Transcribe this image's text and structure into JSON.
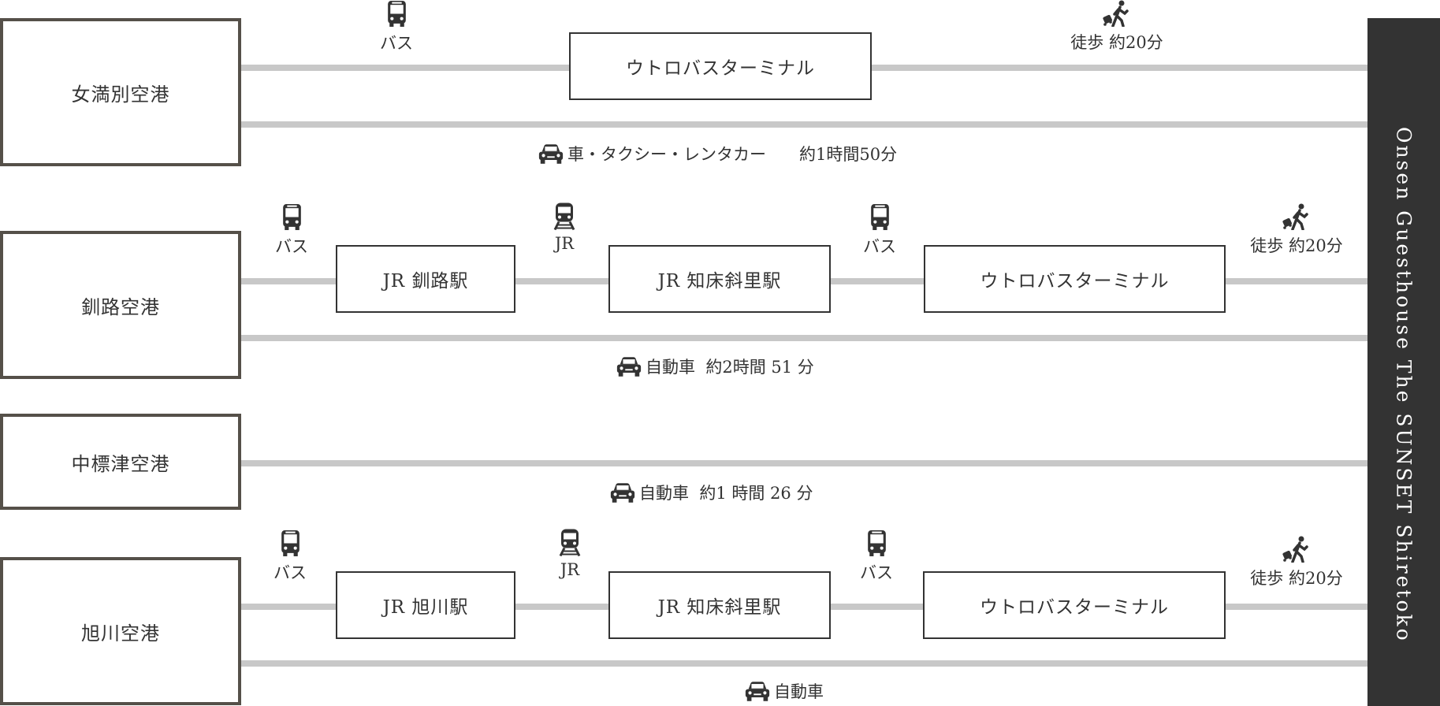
{
  "sidebar": {
    "destination": "Onsen Guesthouse The SUNSET Shiretoko"
  },
  "route1": {
    "airport": "女満別空港",
    "bus_label": "バス",
    "terminal": "ウトロバスターミナル",
    "walk_label": "徒歩 約20分",
    "car_note": "車・タクシー・レンタカー　　約1時間50分"
  },
  "route2": {
    "airport": "釧路空港",
    "bus1_label": "バス",
    "station1": "JR 釧路駅",
    "jr_label": "JR",
    "station2": "JR 知床斜里駅",
    "bus2_label": "バス",
    "terminal": "ウトロバスターミナル",
    "walk_label": "徒歩 約20分",
    "car_note": "自動車  約2時間 51 分"
  },
  "route3": {
    "airport": "中標津空港",
    "car_note": "自動車  約1 時間 26 分"
  },
  "route4": {
    "airport": "旭川空港",
    "bus1_label": "バス",
    "station1": "JR 旭川駅",
    "jr_label": "JR",
    "station2": "JR 知床斜里駅",
    "bus2_label": "バス",
    "terminal": "ウトロバスターミナル",
    "walk_label": "徒歩 約20分",
    "car_note": "自動車"
  },
  "icons": {
    "bus": "bus-icon",
    "train": "train-icon",
    "walk": "walking-icon",
    "car": "car-icon"
  },
  "colors": {
    "box_border": "#555049",
    "line": "#c8c8c8",
    "sidebar_bg": "#333333",
    "text": "#333333"
  }
}
